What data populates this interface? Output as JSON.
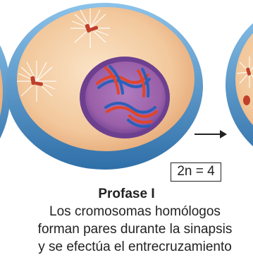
{
  "diagram": {
    "ploidy_label": "2n = 4",
    "stage_title": "Profase I",
    "description_lines": [
      "Los cromosomas homólogos",
      "forman pares durante la sinapsis",
      "y se efectúa el entrecruzamiento"
    ]
  },
  "colors": {
    "cell_membrane": "#4f95c9",
    "cytoplasm": "#f2c89c",
    "nuclear_envelope": "#6d3f8f",
    "nucleoplasm": "#9a5fa8",
    "chromosome_maternal": "#e0452a",
    "chromosome_paternal": "#2b5fb8",
    "centriole": "#c0402a",
    "arrow": "#222222"
  }
}
